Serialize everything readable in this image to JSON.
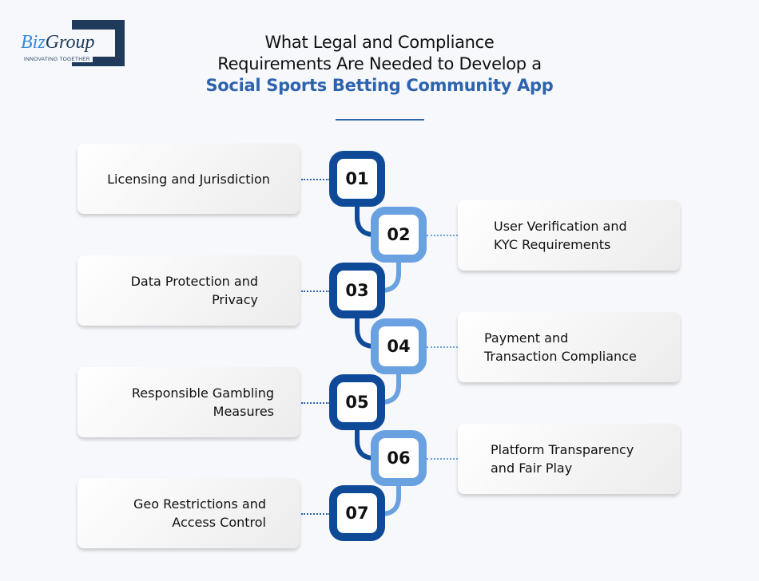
{
  "logo": {
    "brand_part1": "Biz",
    "brand_part2": "Group",
    "tagline": "INNOVATING TOGETHER"
  },
  "header": {
    "title_line1": "What Legal and Compliance",
    "title_line2": "Requirements Are Needed to Develop a",
    "title_highlight": "Social Sports Betting Community App"
  },
  "colors": {
    "dark_blue": "#0e4a98",
    "light_blue": "#6aa1e0",
    "title_accent": "#2e63ad"
  },
  "steps": [
    {
      "number": "01",
      "label": "Licensing and Jurisdiction",
      "line1": "Licensing and Jurisdiction",
      "line2": ""
    },
    {
      "number": "02",
      "label": "User Verification and KYC Requirements",
      "line1": "User Verification and",
      "line2": "KYC Requirements"
    },
    {
      "number": "03",
      "label": "Data Protection and Privacy",
      "line1": "Data Protection and",
      "line2": "Privacy"
    },
    {
      "number": "04",
      "label": "Payment and Transaction Compliance",
      "line1": "Payment and",
      "line2": "Transaction Compliance"
    },
    {
      "number": "05",
      "label": "Responsible Gambling Measures",
      "line1": "Responsible Gambling",
      "line2": "Measures"
    },
    {
      "number": "06",
      "label": "Platform Transparency and Fair Play",
      "line1": "Platform Transparency",
      "line2": "and Fair Play"
    },
    {
      "number": "07",
      "label": "Geo Restrictions and Access Control",
      "line1": "Geo Restrictions and",
      "line2": "Access Control"
    }
  ]
}
